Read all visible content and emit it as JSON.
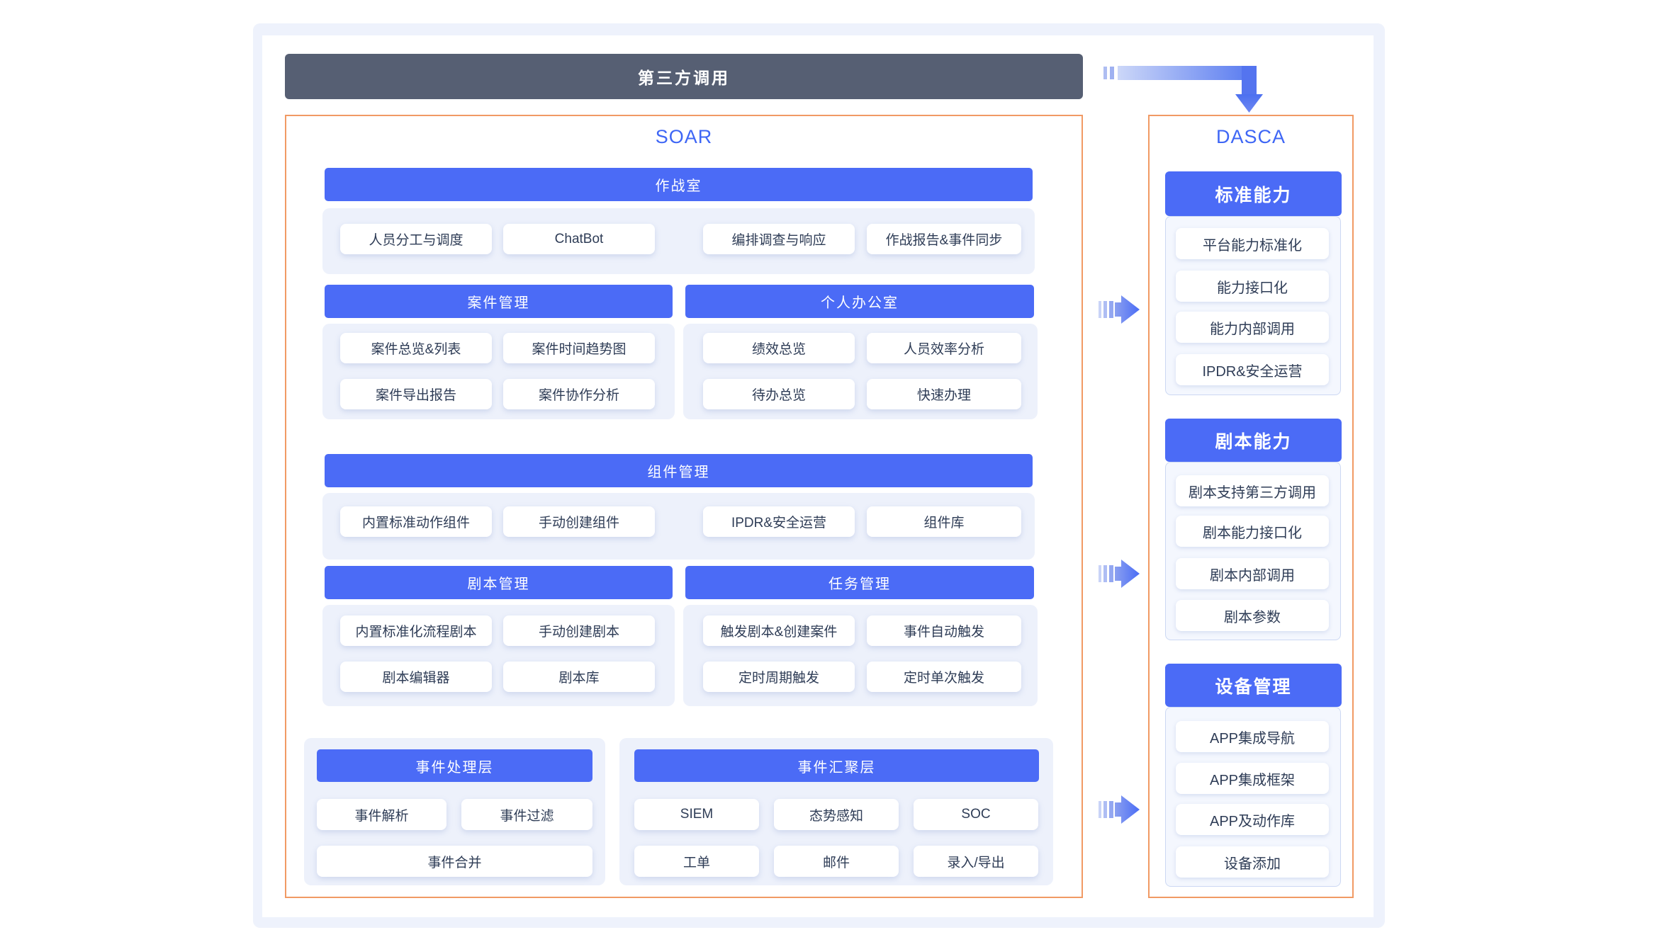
{
  "topbar": {
    "label": "第三方调用"
  },
  "soar": {
    "title": "SOAR",
    "sections": {
      "war_room": {
        "title": "作战室",
        "items": [
          "人员分工与调度",
          "ChatBot",
          "编排调查与响应",
          "作战报告&事件同步"
        ]
      },
      "case_mgmt": {
        "title": "案件管理",
        "items": [
          "案件总览&列表",
          "案件时间趋势图",
          "案件导出报告",
          "案件协作分析"
        ]
      },
      "personal_office": {
        "title": "个人办公室",
        "items": [
          "绩效总览",
          "人员效率分析",
          "待办总览",
          "快速办理"
        ]
      },
      "component_mgmt": {
        "title": "组件管理",
        "items": [
          "内置标准动作组件",
          "手动创建组件",
          "IPDR&安全运营",
          "组件库"
        ]
      },
      "playbook_mgmt": {
        "title": "剧本管理",
        "items": [
          "内置标准化流程剧本",
          "手动创建剧本",
          "剧本编辑器",
          "剧本库"
        ]
      },
      "task_mgmt": {
        "title": "任务管理",
        "items": [
          "触发剧本&创建案件",
          "事件自动触发",
          "定时周期触发",
          "定时单次触发"
        ]
      },
      "event_processing": {
        "title": "事件处理层",
        "items": [
          "事件解析",
          "事件过滤",
          "事件合并"
        ]
      },
      "event_aggregation": {
        "title": "事件汇聚层",
        "items": [
          "SIEM",
          "态势感知",
          "SOC",
          "工单",
          "邮件",
          "录入/导出"
        ]
      }
    }
  },
  "dasca": {
    "title": "DASCA",
    "groups": {
      "standard": {
        "title": "标准能力",
        "items": [
          "平台能力标准化",
          "能力接口化",
          "能力内部调用",
          "IPDR&安全运营"
        ]
      },
      "playbook": {
        "title": "剧本能力",
        "items": [
          "剧本支持第三方调用",
          "剧本能力接口化",
          "剧本内部调用",
          "剧本参数"
        ]
      },
      "device": {
        "title": "设备管理",
        "items": [
          "APP集成导航",
          "APP集成框架",
          "APP及动作库",
          "设备添加"
        ]
      }
    }
  },
  "icons": {
    "flow_arrow_top": "elbow-arrow-down-icon",
    "flow_arrow_side": "block-arrow-right-icon"
  },
  "colors": {
    "header_blue": "#4b6bf6",
    "title_blue": "#3e66f5",
    "orange_border": "#f19a64",
    "dark_bar": "#565f73",
    "panel_bg": "#edf1fb",
    "outer_bg": "#eef2fc",
    "arrow_blue": "#4a6cf5",
    "item_text": "#2e3c56"
  }
}
